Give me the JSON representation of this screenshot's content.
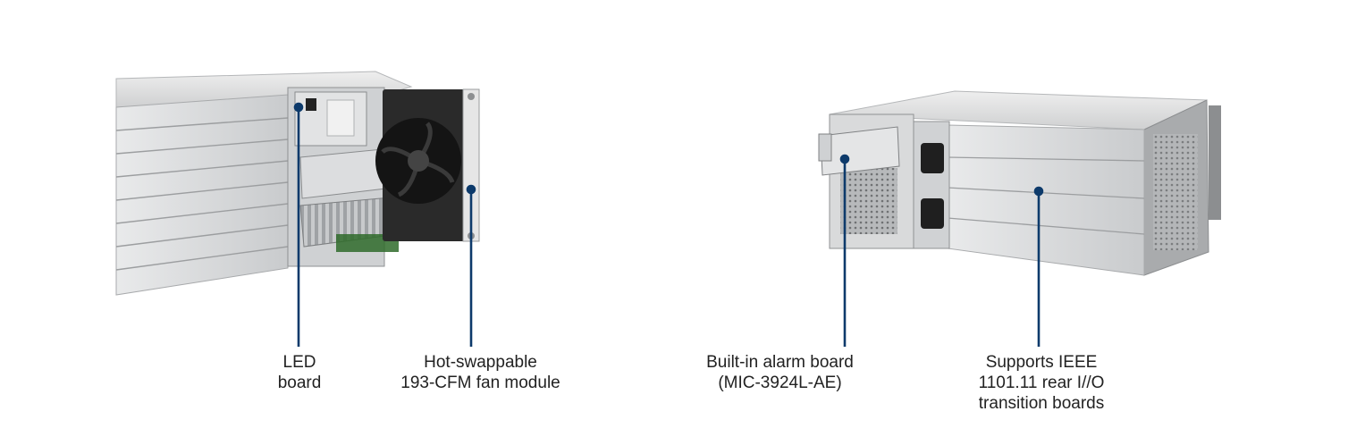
{
  "callouts": [
    {
      "id": "led",
      "lines": [
        "LED",
        "board"
      ]
    },
    {
      "id": "fan",
      "lines": [
        "Hot-swappable",
        "193-CFM fan module"
      ]
    },
    {
      "id": "alarm",
      "lines": [
        "Built-in alarm board",
        "(MIC-3924L-AE)"
      ]
    },
    {
      "id": "rear",
      "lines": [
        "Supports IEEE",
        "1101.11 rear I//O",
        "transition boards"
      ]
    }
  ],
  "colors": {
    "leader_line": "#0d3a6b",
    "chassis": "#d9dadb",
    "chassis_dark": "#9ea0a2",
    "fan": "#1b1b1b",
    "caption_text": "#222222"
  }
}
